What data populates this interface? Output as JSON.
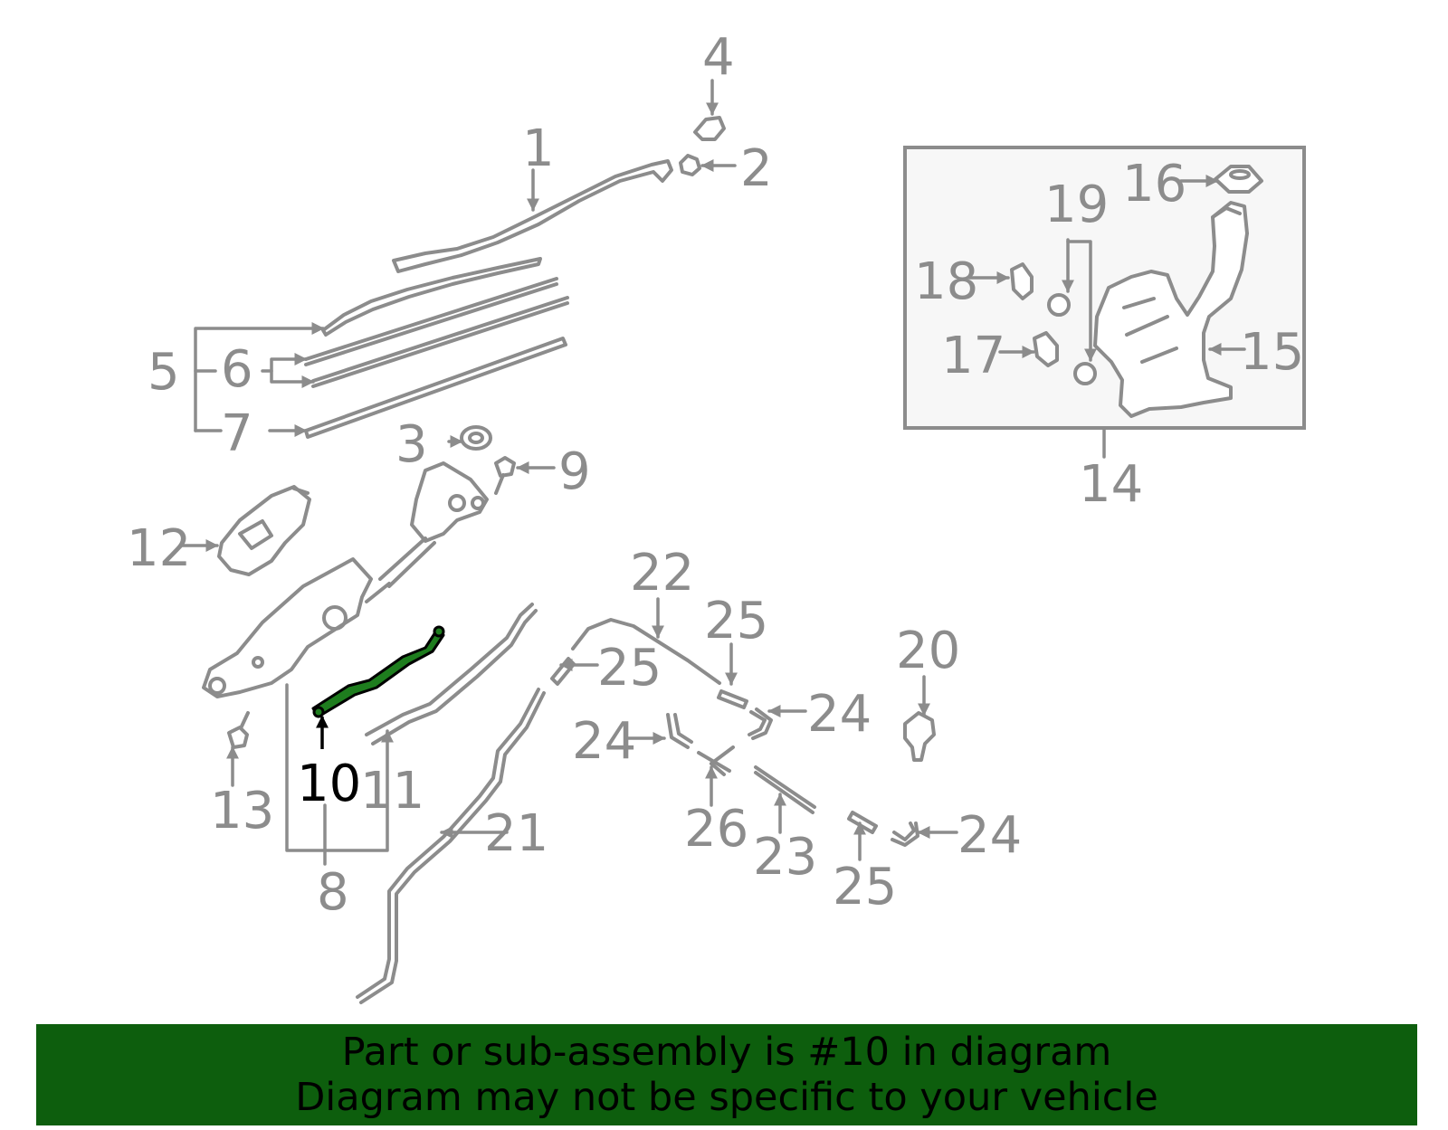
{
  "diagram": {
    "highlighted_part": "10",
    "colors": {
      "part_line": "#8c8c8c",
      "highlight": "#1e7d1e",
      "banner": "#0d5e0d",
      "inset_bg": "#f7f7f7"
    },
    "labels": {
      "1": "1",
      "2": "2",
      "3": "3",
      "4": "4",
      "5": "5",
      "6": "6",
      "7": "7",
      "8": "8",
      "9": "9",
      "10": "10",
      "11": "11",
      "12": "12",
      "13": "13",
      "14": "14",
      "15": "15",
      "16": "16",
      "17": "17",
      "18": "18",
      "19": "19",
      "20": "20",
      "21": "21",
      "22": "22",
      "23": "23",
      "24a": "24",
      "24b": "24",
      "24c": "24",
      "25a": "25",
      "25b": "25",
      "25c": "25",
      "26": "26"
    }
  },
  "banner": {
    "line1": "Part or sub-assembly is #10 in diagram",
    "line2": "Diagram may not be specific to your vehicle"
  }
}
